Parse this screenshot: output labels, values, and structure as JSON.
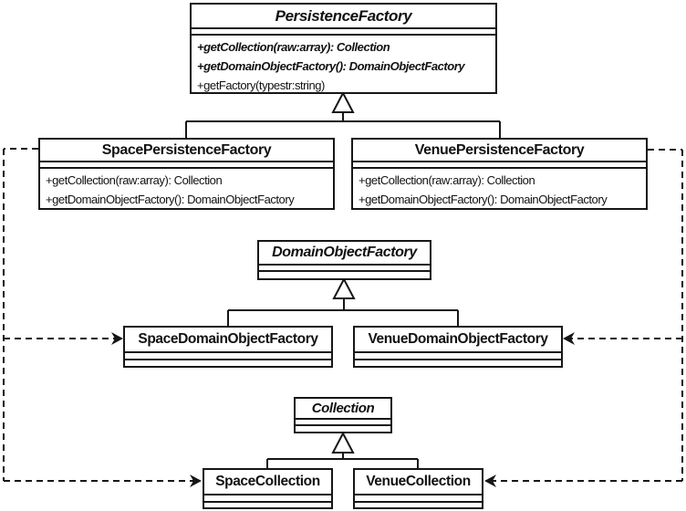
{
  "diagram": {
    "kind": "uml-class-diagram",
    "colors": {
      "line": "#161616",
      "box_fill": "#ffffff",
      "background": "#ffffff"
    }
  },
  "classes": {
    "persistence_factory": {
      "name": "PersistenceFactory",
      "abstract": true,
      "methods": [
        "+getCollection(raw:array): Collection",
        "+getDomainObjectFactory(): DomainObjectFactory",
        "+getFactory(typestr:string)"
      ]
    },
    "space_persistence_factory": {
      "name": "SpacePersistenceFactory",
      "abstract": false,
      "methods": [
        "+getCollection(raw:array): Collection",
        "+getDomainObjectFactory(): DomainObjectFactory"
      ]
    },
    "venue_persistence_factory": {
      "name": "VenuePersistenceFactory",
      "abstract": false,
      "methods": [
        "+getCollection(raw:array): Collection",
        "+getDomainObjectFactory(): DomainObjectFactory"
      ]
    },
    "domain_object_factory": {
      "name": "DomainObjectFactory",
      "abstract": true,
      "methods": []
    },
    "space_domain_object_factory": {
      "name": "SpaceDomainObjectFactory",
      "abstract": false,
      "methods": []
    },
    "venue_domain_object_factory": {
      "name": "VenueDomainObjectFactory",
      "abstract": false,
      "methods": []
    },
    "collection": {
      "name": "Collection",
      "abstract": true,
      "methods": []
    },
    "space_collection": {
      "name": "SpaceCollection",
      "abstract": false,
      "methods": []
    },
    "venue_collection": {
      "name": "VenueCollection",
      "abstract": false,
      "methods": []
    }
  },
  "relationships": {
    "generalizations": [
      {
        "parent": "PersistenceFactory",
        "children": [
          "SpacePersistenceFactory",
          "VenuePersistenceFactory"
        ]
      },
      {
        "parent": "DomainObjectFactory",
        "children": [
          "SpaceDomainObjectFactory",
          "VenueDomainObjectFactory"
        ]
      },
      {
        "parent": "Collection",
        "children": [
          "SpaceCollection",
          "VenueCollection"
        ]
      }
    ],
    "dependencies": [
      {
        "from": "SpacePersistenceFactory",
        "to": "SpaceDomainObjectFactory",
        "style": "dashed-arrow"
      },
      {
        "from": "SpacePersistenceFactory",
        "to": "SpaceCollection",
        "style": "dashed-arrow"
      },
      {
        "from": "VenuePersistenceFactory",
        "to": "VenueDomainObjectFactory",
        "style": "dashed-arrow"
      },
      {
        "from": "VenuePersistenceFactory",
        "to": "VenueCollection",
        "style": "dashed-arrow"
      }
    ]
  }
}
